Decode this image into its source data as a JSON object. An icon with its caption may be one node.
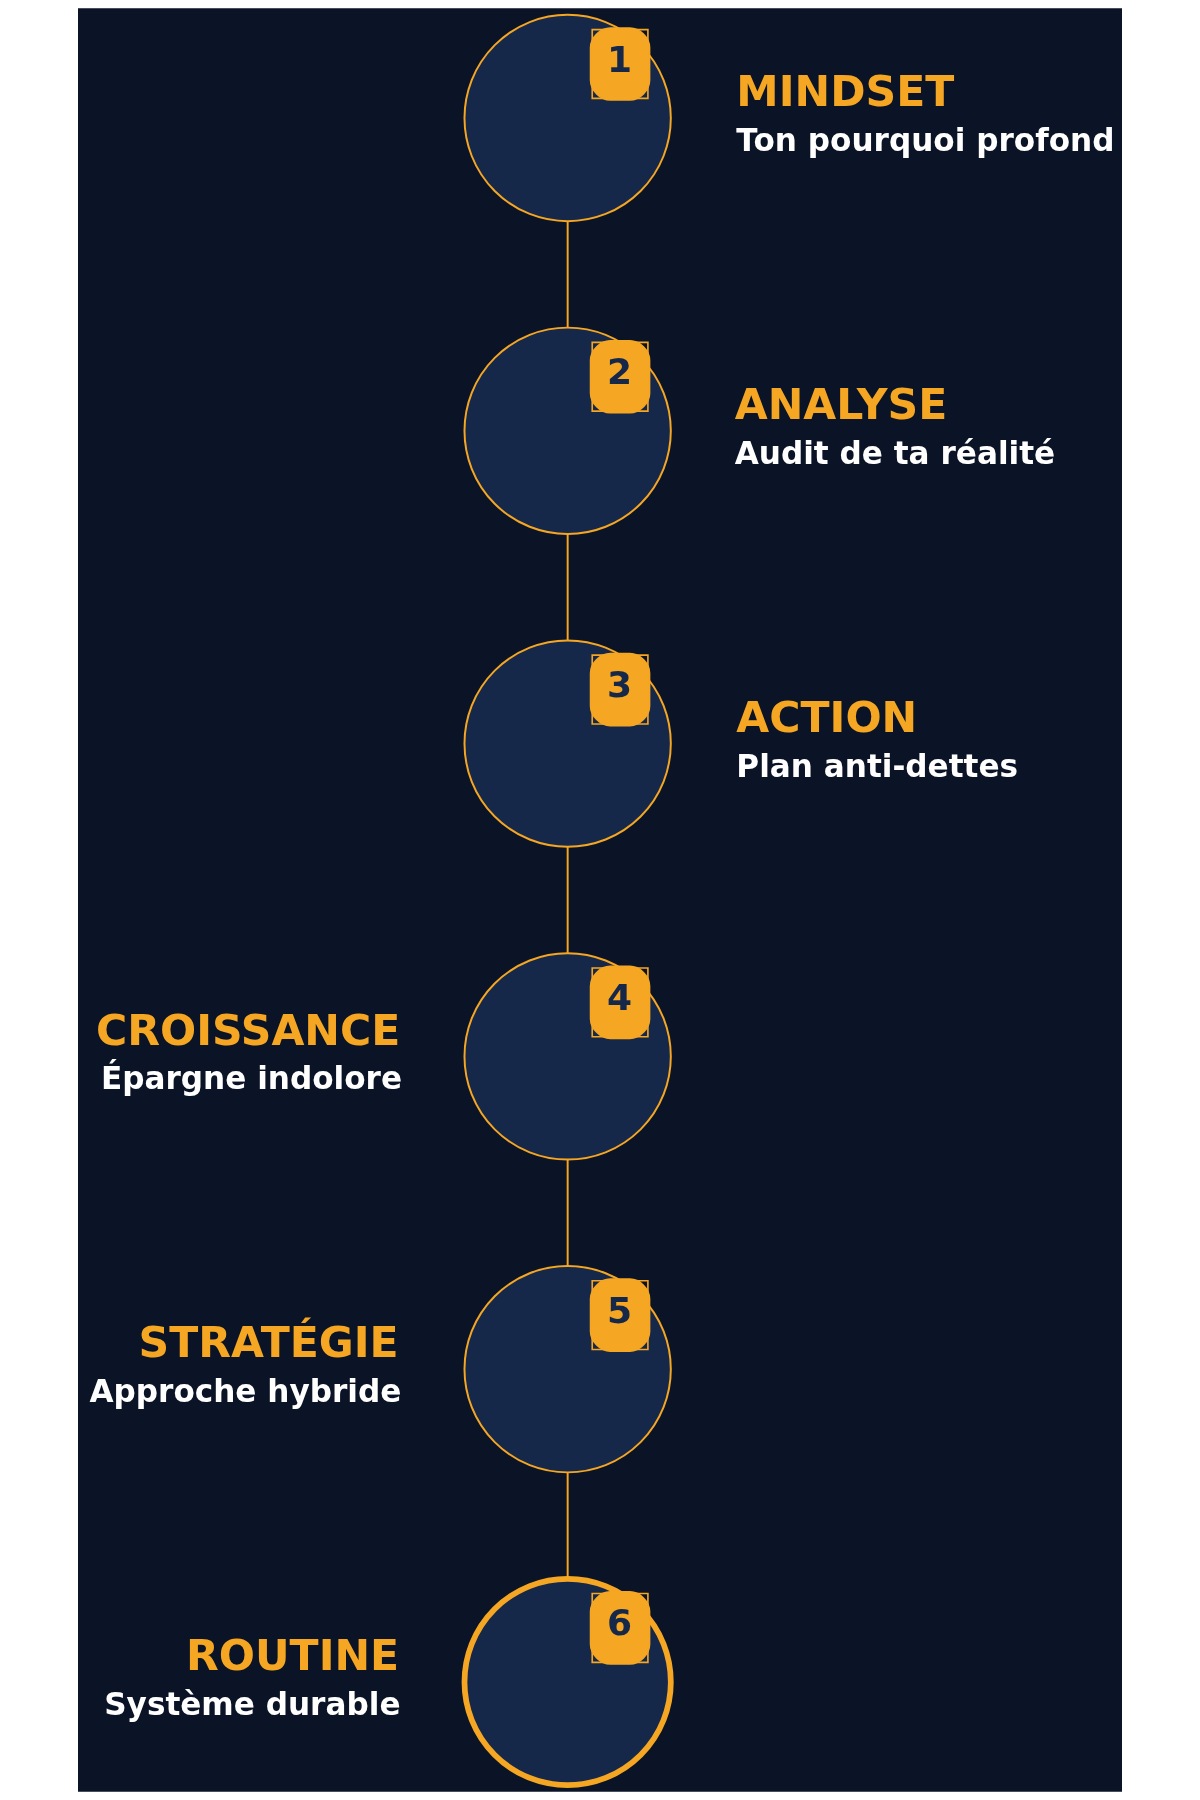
{
  "diagram": {
    "nodes": [
      {
        "text": [
          "1"
        ],
        "beside": [
          "MINDSET",
          "Ton pourquoi profond"
        ]
      },
      {
        "text": [
          "2"
        ],
        "beside": [
          "ANALYSE",
          "Audit de ta réalité"
        ]
      },
      {
        "text": [
          "3"
        ],
        "beside": [
          "ACTION",
          "Plan anti-dettes"
        ]
      },
      {
        "text": [
          "4"
        ],
        "beside": [
          "CROISSANCE",
          "Épargne indolore"
        ]
      },
      {
        "text": [
          "5"
        ],
        "beside": [
          "STRATÉGIE",
          "Approche hybride"
        ]
      },
      {
        "text": [
          "6"
        ],
        "beside": [
          "ROUTINE",
          "Système durable"
        ]
      }
    ],
    "edges": [
      {
        "from": 0,
        "to": 1,
        "arrow": "none"
      },
      {
        "from": 1,
        "to": 2,
        "arrow": "none"
      },
      {
        "from": 2,
        "to": 3,
        "arrow": "none"
      },
      {
        "from": 3,
        "to": 4,
        "arrow": "none"
      },
      {
        "from": 4,
        "to": 5,
        "arrow": "none"
      }
    ]
  }
}
